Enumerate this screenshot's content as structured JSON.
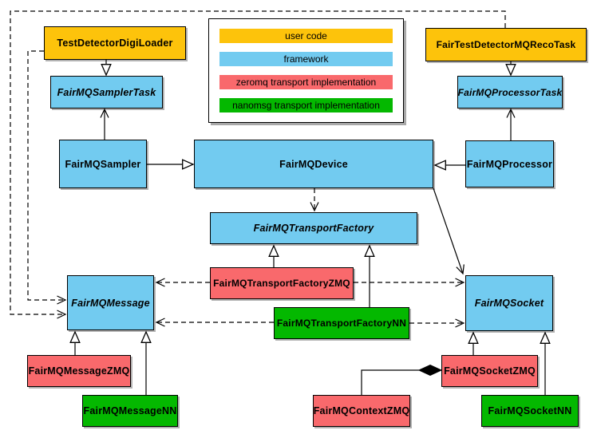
{
  "legend": {
    "items": [
      {
        "label": "user code",
        "color": "#FDC30B"
      },
      {
        "label": "framework",
        "color": "#72CBF0"
      },
      {
        "label": "zeromq transport implementation",
        "color": "#F9696C"
      },
      {
        "label": "nanomsg transport implementation",
        "color": "#04B800"
      }
    ]
  },
  "nodes": {
    "testDetectorDigiLoader": {
      "label": "TestDetectorDigiLoader",
      "category": "user code",
      "abstract": false
    },
    "fairTestDetectorMQRecoTask": {
      "label": "FairTestDetectorMQRecoTask",
      "category": "user code",
      "abstract": false
    },
    "fairMQSamplerTask": {
      "label": "FairMQSamplerTask",
      "category": "framework",
      "abstract": true
    },
    "fairMQProcessorTask": {
      "label": "FairMQProcessorTask",
      "category": "framework",
      "abstract": true
    },
    "fairMQSampler": {
      "label": "FairMQSampler",
      "category": "framework",
      "abstract": false
    },
    "fairMQDevice": {
      "label": "FairMQDevice",
      "category": "framework",
      "abstract": false
    },
    "fairMQProcessor": {
      "label": "FairMQProcessor",
      "category": "framework",
      "abstract": false
    },
    "fairMQTransportFactory": {
      "label": "FairMQTransportFactory",
      "category": "framework",
      "abstract": true
    },
    "fairMQTransportFactoryZMQ": {
      "label": "FairMQTransportFactoryZMQ",
      "category": "zeromq transport implementation",
      "abstract": false
    },
    "fairMQTransportFactoryNN": {
      "label": "FairMQTransportFactoryNN",
      "category": "nanomsg transport implementation",
      "abstract": false
    },
    "fairMQMessage": {
      "label": "FairMQMessage",
      "category": "framework",
      "abstract": true
    },
    "fairMQSocket": {
      "label": "FairMQSocket",
      "category": "framework",
      "abstract": true
    },
    "fairMQMessageZMQ": {
      "label": "FairMQMessageZMQ",
      "category": "zeromq transport implementation",
      "abstract": false
    },
    "fairMQMessageNN": {
      "label": "FairMQMessageNN",
      "category": "nanomsg transport implementation",
      "abstract": false
    },
    "fairMQContextZMQ": {
      "label": "FairMQContextZMQ",
      "category": "zeromq transport implementation",
      "abstract": false
    },
    "fairMQSocketZMQ": {
      "label": "FairMQSocketZMQ",
      "category": "zeromq transport implementation",
      "abstract": false
    },
    "fairMQSocketNN": {
      "label": "FairMQSocketNN",
      "category": "nanomsg transport implementation",
      "abstract": false
    }
  },
  "relationships": [
    {
      "from": "TestDetectorDigiLoader",
      "to": "FairMQSamplerTask",
      "type": "inheritance"
    },
    {
      "from": "FairTestDetectorMQRecoTask",
      "to": "FairMQProcessorTask",
      "type": "inheritance"
    },
    {
      "from": "FairMQSampler",
      "to": "FairMQDevice",
      "type": "inheritance"
    },
    {
      "from": "FairMQProcessor",
      "to": "FairMQDevice",
      "type": "inheritance"
    },
    {
      "from": "FairMQSampler",
      "to": "FairMQSamplerTask",
      "type": "association"
    },
    {
      "from": "FairMQProcessor",
      "to": "FairMQProcessorTask",
      "type": "association"
    },
    {
      "from": "FairMQDevice",
      "to": "FairMQSocket",
      "type": "association"
    },
    {
      "from": "FairMQDevice",
      "to": "FairMQTransportFactory",
      "type": "dependency"
    },
    {
      "from": "TestDetectorDigiLoader",
      "to": "FairMQMessage",
      "type": "dependency"
    },
    {
      "from": "FairTestDetectorMQRecoTask",
      "to": "FairMQMessage",
      "type": "dependency"
    },
    {
      "from": "FairMQTransportFactoryZMQ",
      "to": "FairMQTransportFactory",
      "type": "inheritance"
    },
    {
      "from": "FairMQTransportFactoryNN",
      "to": "FairMQTransportFactory",
      "type": "inheritance"
    },
    {
      "from": "FairMQTransportFactoryZMQ",
      "to": "FairMQMessage",
      "type": "dependency"
    },
    {
      "from": "FairMQTransportFactoryZMQ",
      "to": "FairMQSocket",
      "type": "dependency"
    },
    {
      "from": "FairMQTransportFactoryNN",
      "to": "FairMQMessage",
      "type": "dependency"
    },
    {
      "from": "FairMQTransportFactoryNN",
      "to": "FairMQSocket",
      "type": "dependency"
    },
    {
      "from": "FairMQMessageZMQ",
      "to": "FairMQMessage",
      "type": "inheritance"
    },
    {
      "from": "FairMQMessageNN",
      "to": "FairMQMessage",
      "type": "inheritance"
    },
    {
      "from": "FairMQSocketZMQ",
      "to": "FairMQSocket",
      "type": "inheritance"
    },
    {
      "from": "FairMQSocketNN",
      "to": "FairMQSocket",
      "type": "inheritance"
    },
    {
      "from": "FairMQContextZMQ",
      "to": "FairMQSocketZMQ",
      "type": "composition"
    }
  ]
}
